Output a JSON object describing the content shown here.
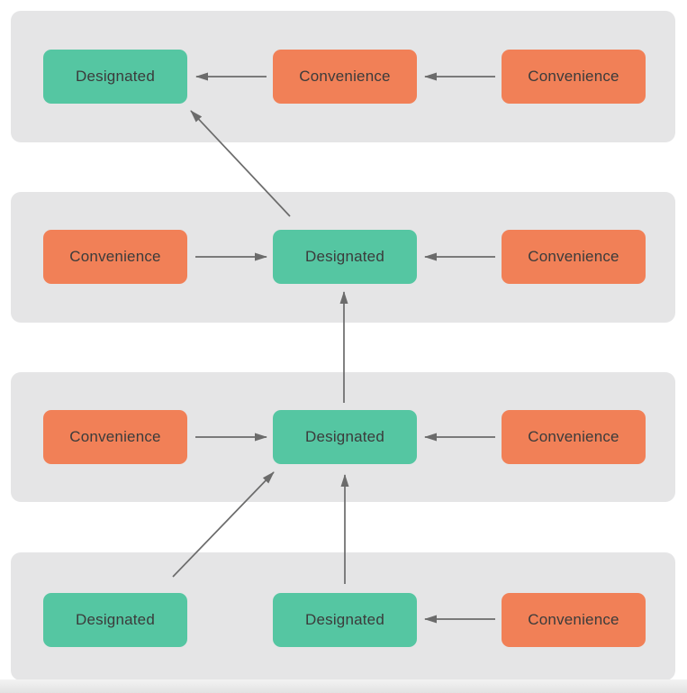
{
  "diagram": {
    "title": "",
    "colors": {
      "designated": "#55c6a2",
      "convenience": "#f18057",
      "band": "#e5e5e6",
      "arrow": "#6b6b6b",
      "text": "#3b3b3b",
      "background": "#ffffff"
    },
    "rows": [
      {
        "nodes": [
          {
            "id": "r1-designated",
            "label": "Designated",
            "type": "designated"
          },
          {
            "id": "r1-convenience-mid",
            "label": "Convenience",
            "type": "convenience"
          },
          {
            "id": "r1-convenience-right",
            "label": "Convenience",
            "type": "convenience"
          }
        ]
      },
      {
        "nodes": [
          {
            "id": "r2-convenience-left",
            "label": "Convenience",
            "type": "convenience"
          },
          {
            "id": "r2-designated",
            "label": "Designated",
            "type": "designated"
          },
          {
            "id": "r2-convenience-right",
            "label": "Convenience",
            "type": "convenience"
          }
        ]
      },
      {
        "nodes": [
          {
            "id": "r3-convenience-left",
            "label": "Convenience",
            "type": "convenience"
          },
          {
            "id": "r3-designated",
            "label": "Designated",
            "type": "designated"
          },
          {
            "id": "r3-convenience-right",
            "label": "Convenience",
            "type": "convenience"
          }
        ]
      },
      {
        "nodes": [
          {
            "id": "r4-designated-left",
            "label": "Designated",
            "type": "designated"
          },
          {
            "id": "r4-designated-mid",
            "label": "Designated",
            "type": "designated"
          },
          {
            "id": "r4-convenience-right",
            "label": "Convenience",
            "type": "convenience"
          }
        ]
      }
    ],
    "edges": [
      {
        "from": "r1-convenience-mid",
        "to": "r1-designated"
      },
      {
        "from": "r1-convenience-right",
        "to": "r1-convenience-mid"
      },
      {
        "from": "r2-convenience-left",
        "to": "r2-designated"
      },
      {
        "from": "r2-convenience-right",
        "to": "r2-designated"
      },
      {
        "from": "r2-designated",
        "to": "r1-designated"
      },
      {
        "from": "r3-convenience-left",
        "to": "r3-designated"
      },
      {
        "from": "r3-convenience-right",
        "to": "r3-designated"
      },
      {
        "from": "r3-designated",
        "to": "r2-designated"
      },
      {
        "from": "r4-convenience-right",
        "to": "r4-designated-mid"
      },
      {
        "from": "r4-designated-left",
        "to": "r3-designated"
      },
      {
        "from": "r4-designated-mid",
        "to": "r3-designated"
      }
    ]
  }
}
